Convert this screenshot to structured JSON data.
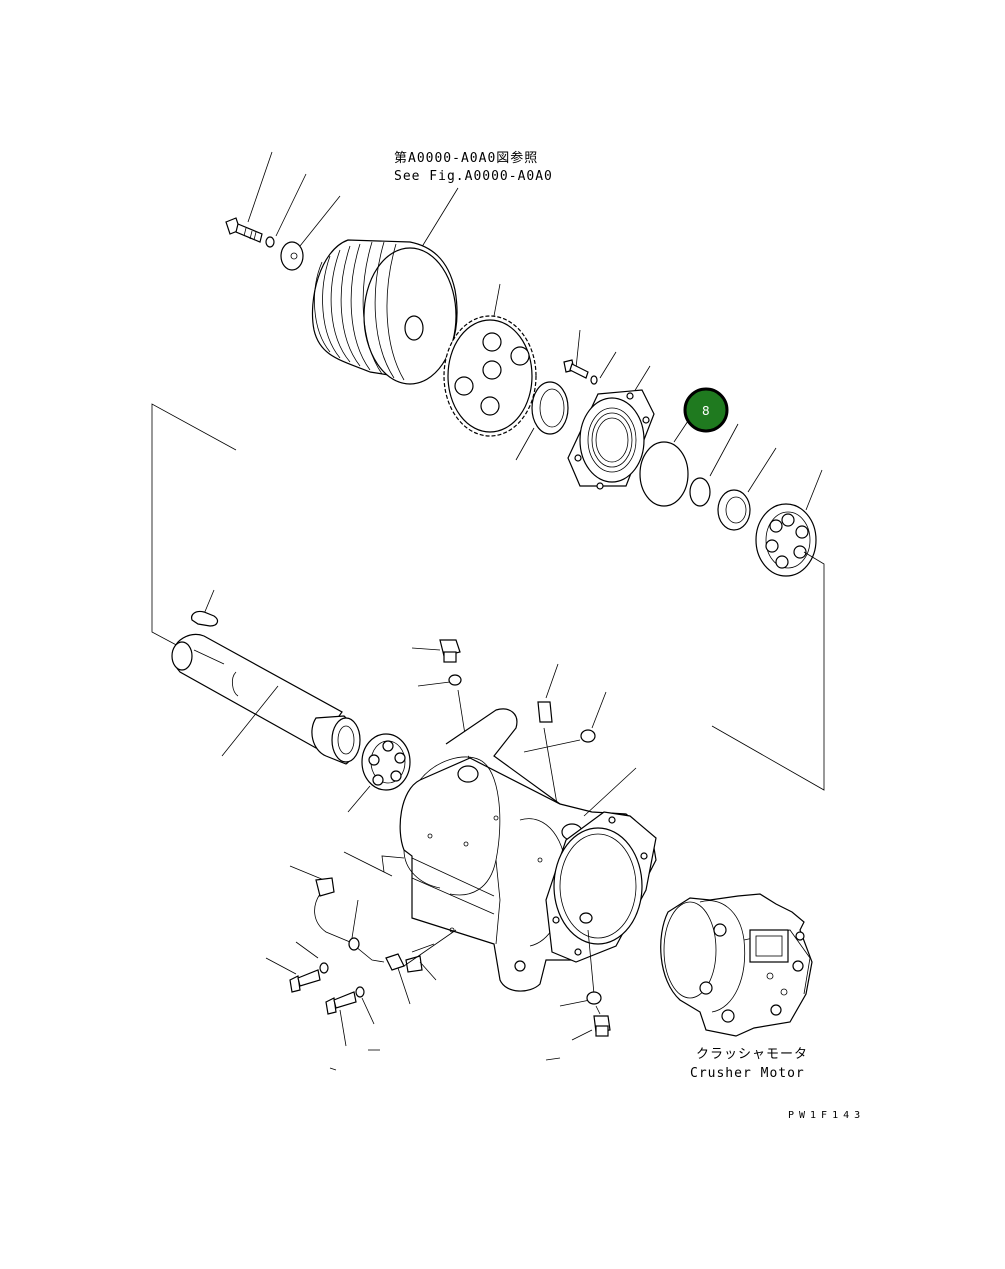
{
  "reference_note": {
    "line1": "第A0000-A0A0図参照",
    "line2": "See Fig.A0000-A0A0"
  },
  "motor_label": {
    "line1": "クラッシャモータ",
    "line2": "Crusher Motor"
  },
  "highlighted_callout": {
    "number": "8",
    "color": "#1f7a1f"
  },
  "drawing_code": "PW1F143"
}
